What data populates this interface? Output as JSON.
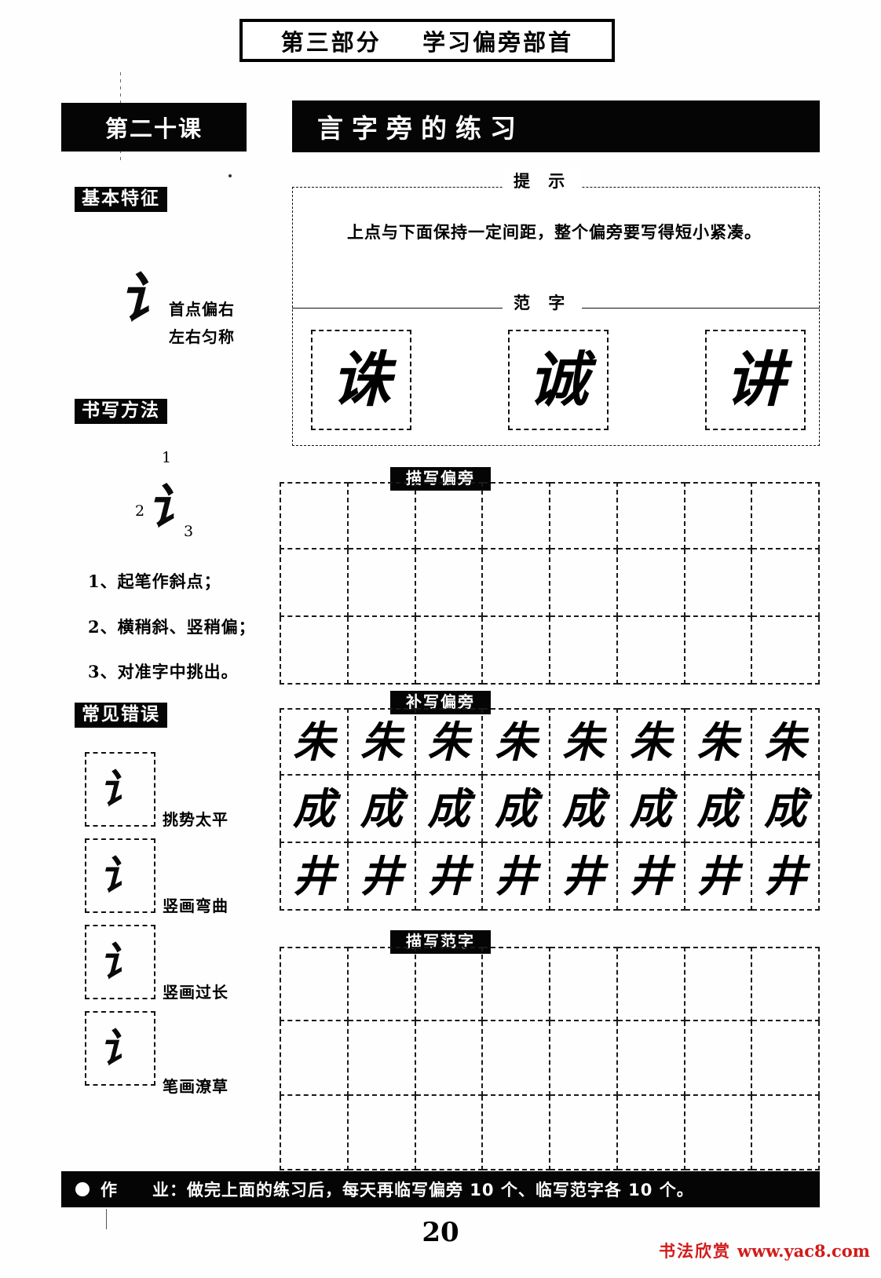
{
  "book": {
    "part_banner": "第三部分    学习偏旁部首",
    "page_number": "20",
    "watermark_cn": "书法欣赏",
    "watermark_url": "www.yac8.com"
  },
  "lesson": {
    "number_label": "第二十课",
    "title": "言字旁的练习"
  },
  "sidebar": {
    "feature": {
      "tag": "基本特征",
      "glyph": "讠",
      "notes": [
        "首点偏右",
        "左右匀称"
      ]
    },
    "method": {
      "tag": "书写方法",
      "glyph": "讠",
      "stroke_numbers": [
        "1",
        "2",
        "3"
      ],
      "steps": [
        "1、起笔作斜点；",
        "2、横稍斜、竖稍偏；",
        "3、对准字中挑出。"
      ]
    },
    "errors": {
      "tag": "常见错误",
      "items": [
        {
          "glyph": "讠",
          "label": "挑势太平"
        },
        {
          "glyph": "讠",
          "label": "竖画弯曲"
        },
        {
          "glyph": "讠",
          "label": "竖画过长"
        },
        {
          "glyph": "讠",
          "label": "笔画潦草"
        }
      ]
    }
  },
  "hint": {
    "caption": "提 示",
    "text": "上点与下面保持一定间距，整个偏旁要写得短小紧凑。"
  },
  "model": {
    "caption": "范 字",
    "characters": [
      "诛",
      "诚",
      "讲"
    ]
  },
  "practice": {
    "sections": [
      {
        "banner": "描写偏旁",
        "columns": 8,
        "rows": [
          [
            "",
            "",
            "",
            "",
            "",
            "",
            "",
            ""
          ],
          [
            "",
            "",
            "",
            "",
            "",
            "",
            "",
            ""
          ],
          [
            "",
            "",
            "",
            "",
            "",
            "",
            "",
            ""
          ]
        ]
      },
      {
        "banner": "补写偏旁",
        "columns": 8,
        "rows": [
          [
            "朱",
            "朱",
            "朱",
            "朱",
            "朱",
            "朱",
            "朱",
            "朱"
          ],
          [
            "成",
            "成",
            "成",
            "成",
            "成",
            "成",
            "成",
            "成"
          ],
          [
            "井",
            "井",
            "井",
            "井",
            "井",
            "井",
            "井",
            "井"
          ]
        ]
      },
      {
        "banner": "描写范字",
        "columns": 8,
        "rows": [
          [
            "",
            "",
            "",
            "",
            "",
            "",
            "",
            ""
          ],
          [
            "",
            "",
            "",
            "",
            "",
            "",
            "",
            ""
          ],
          [
            "",
            "",
            "",
            "",
            "",
            "",
            "",
            ""
          ]
        ]
      }
    ]
  },
  "footer": {
    "homework": "作　　业：做完上面的练习后，每天再临写偏旁 10 个、临写范字各 10 个。"
  }
}
